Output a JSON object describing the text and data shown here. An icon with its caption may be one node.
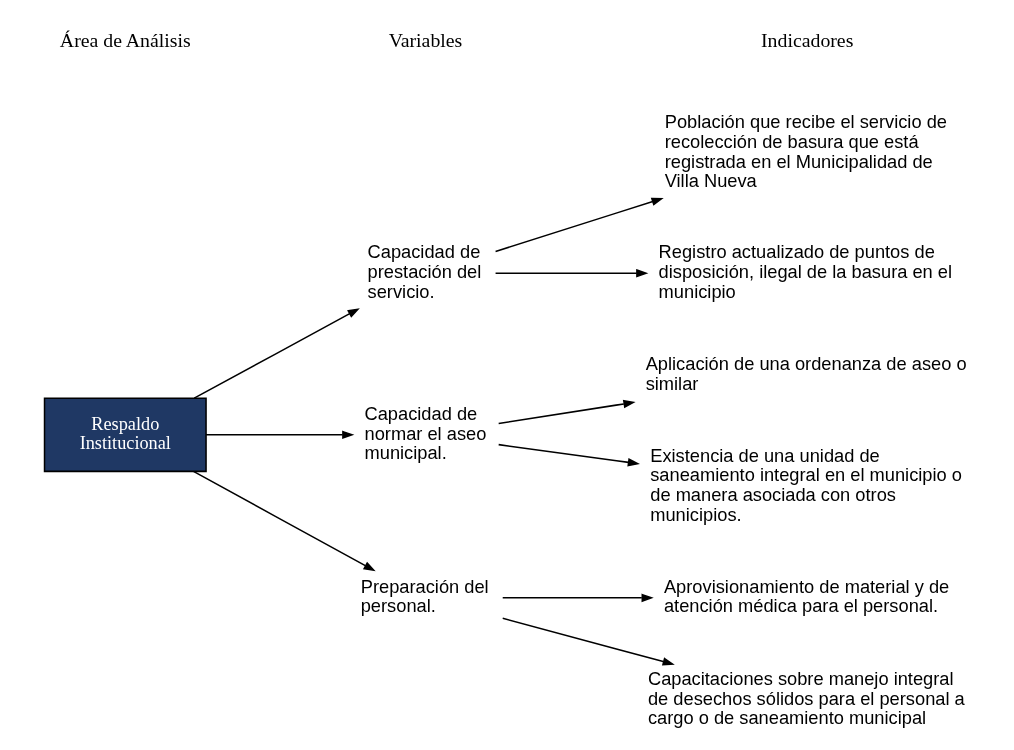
{
  "diagram": {
    "nodes": [
      {
        "text": [
          "Respaldo Institucional"
        ]
      },
      {
        "text": [
          "Capacidad de prestación del servicio."
        ]
      },
      {
        "text": [
          "Capacidad de normar el aseo municipal."
        ]
      },
      {
        "text": [
          "Preparación del personal."
        ]
      },
      {
        "text": [
          "Población que recibe el servicio de recolección de basura que está registrada en el Municipalidad de Villa Nueva"
        ]
      },
      {
        "text": [
          "Registro actualizado de puntos de disposición, ilegal de la basura en el municipio"
        ]
      },
      {
        "text": [
          "Aplicación de una ordenanza de aseo o similar"
        ]
      },
      {
        "text": [
          "Existencia de una unidad de saneamiento integral en el municipio o de manera asociada con otros municipios."
        ]
      },
      {
        "text": [
          "Aprovisionamiento de material y de atención médica para el personal."
        ]
      },
      {
        "text": [
          "Capacitaciones sobre manejo integral de desechos sólidos para el personal a cargo o de saneamiento municipal"
        ]
      }
    ],
    "edges": [
      {
        "from": 0,
        "to": 1,
        "arrow": "to"
      },
      {
        "from": 0,
        "to": 2,
        "arrow": "to"
      },
      {
        "from": 0,
        "to": 3,
        "arrow": "to"
      },
      {
        "from": 1,
        "to": 4,
        "arrow": "to"
      },
      {
        "from": 1,
        "to": 5,
        "arrow": "to"
      },
      {
        "from": 2,
        "to": 6,
        "arrow": "to"
      },
      {
        "from": 2,
        "to": 7,
        "arrow": "to"
      },
      {
        "from": 3,
        "to": 8,
        "arrow": "to"
      },
      {
        "from": 3,
        "to": 9,
        "arrow": "to"
      }
    ],
    "labels": [
      "Área de Análisis",
      "Variables",
      "Indicadores"
    ]
  }
}
